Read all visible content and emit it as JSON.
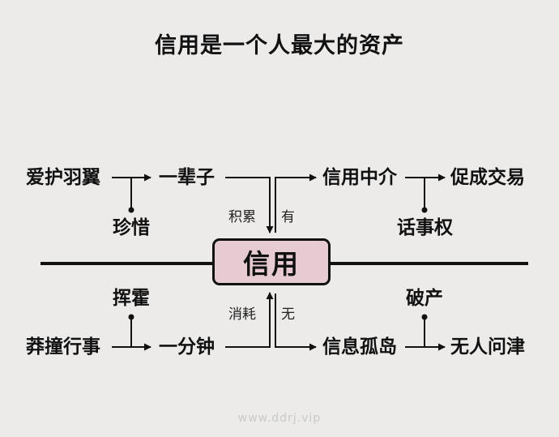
{
  "title": "信用是一个人最大的资产",
  "center": "信用",
  "top": {
    "left_start": "爱护羽翼",
    "left_sub": "珍惜",
    "left_end": "一辈子",
    "accumulate_label": "积累",
    "have_label": "有",
    "right_start": "信用中介",
    "right_end": "促成交易",
    "right_sub": "话事权"
  },
  "bottom": {
    "left_start": "莽撞行事",
    "left_sub": "挥霍",
    "left_end": "一分钟",
    "consume_label": "消耗",
    "none_label": "无",
    "right_start": "信息孤岛",
    "right_end": "无人问津",
    "right_sub": "破产"
  },
  "watermark": "www.ddrj.vip"
}
